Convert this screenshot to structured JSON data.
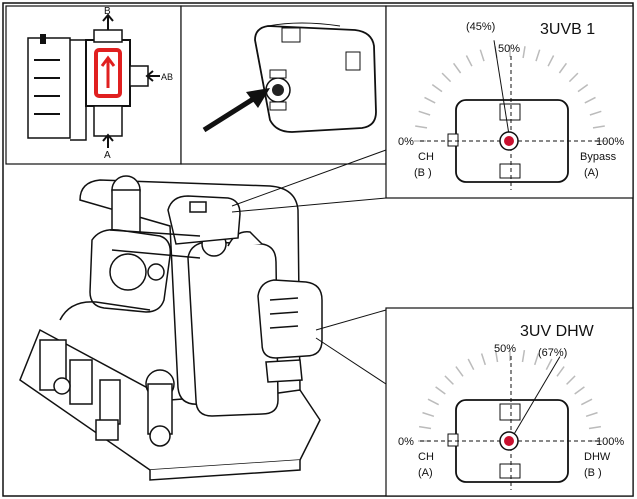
{
  "inset_valve": {
    "port_top": "B",
    "port_side": "AB",
    "port_bottom": "A"
  },
  "panel_3uvb": {
    "title": "3UVB 1",
    "mark_pct": "(45%)",
    "mark_mid": "50%",
    "left_pct": "0%",
    "left_name": "CH",
    "left_port": "(B )",
    "right_pct": "100%",
    "right_name": "Bypass",
    "right_port": "(A)"
  },
  "panel_3uvdhw": {
    "title": "3UV DHW",
    "mark_mid": "50%",
    "mark_pct": "(67%)",
    "left_pct": "0%",
    "left_name": "CH",
    "left_port": "(A)",
    "right_pct": "100%",
    "right_name": "DHW",
    "right_port": "(B )"
  },
  "colors": {
    "line": "#111111",
    "highlight": "#e02020",
    "indicator": "#c8102e",
    "tick": "#bbbbbb"
  }
}
